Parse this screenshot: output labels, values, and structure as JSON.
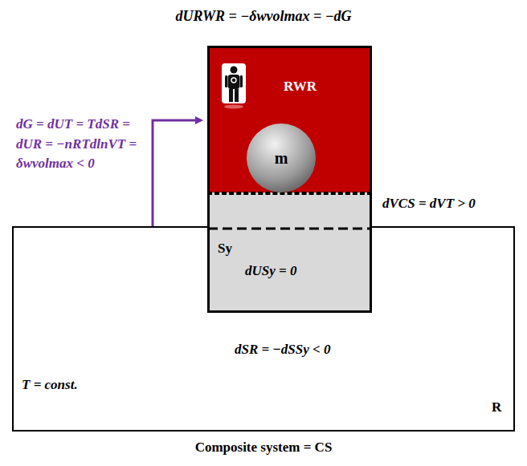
{
  "diagram": {
    "nodes": [
      {
        "text": [
          "RWR"
        ]
      },
      {
        "text": [
          "m"
        ],
        "in": 0
      },
      {
        "text": [
          "Sy",
          "dUSy = 0"
        ]
      },
      {
        "text": [
          "dSR = −dSSy < 0",
          "T = const.",
          "R"
        ]
      }
    ],
    "labels": [
      "dURWR = −δwvolmax = −dG",
      "dG = dUT = TdSR = dUR = −nRTdlnVT = δwvolmax < 0",
      "dVCS = dVT > 0",
      "Composite system = CS"
    ]
  }
}
